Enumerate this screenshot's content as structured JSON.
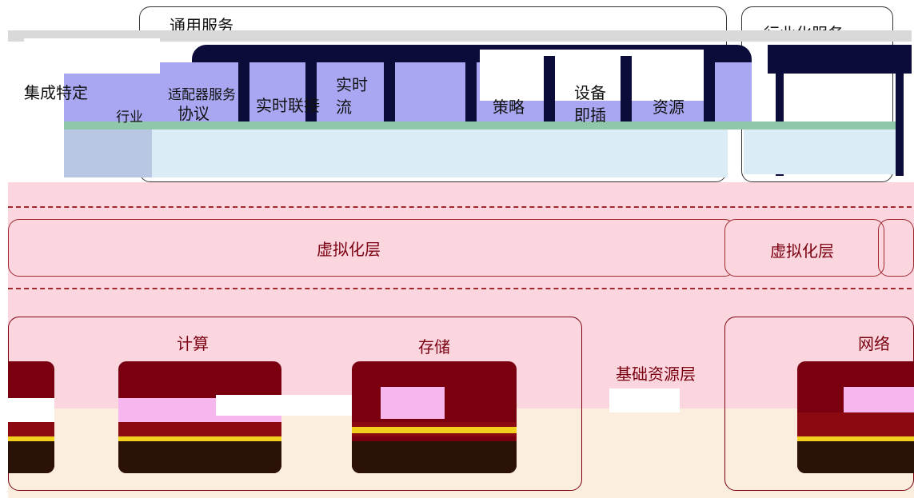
{
  "top": {
    "general_services": "通用服务",
    "industry_services": "行业化服务",
    "integration": "集成特定",
    "industry": "行业",
    "protocol": "协议",
    "adapter_service": "适配器服务",
    "realtime_link": "实时联接",
    "realtime": "实时",
    "flow": "流",
    "policy": "策略",
    "device": "设备",
    "access": "即插",
    "resource": "资源"
  },
  "virtualization": {
    "label_main": "虚拟化层",
    "label_right": "虚拟化层"
  },
  "base": {
    "compute": "计算",
    "storage": "存储",
    "network": "网络",
    "layer": "基础资源层"
  },
  "colors": {
    "band_pink": "#fbd6df",
    "band_cream": "#fbeede",
    "navy": "#0c0c3a",
    "lavender": "#a9a7f2",
    "teal": "#8fc7a9",
    "ice": "#dcecf7",
    "dash": "#a0282f"
  }
}
